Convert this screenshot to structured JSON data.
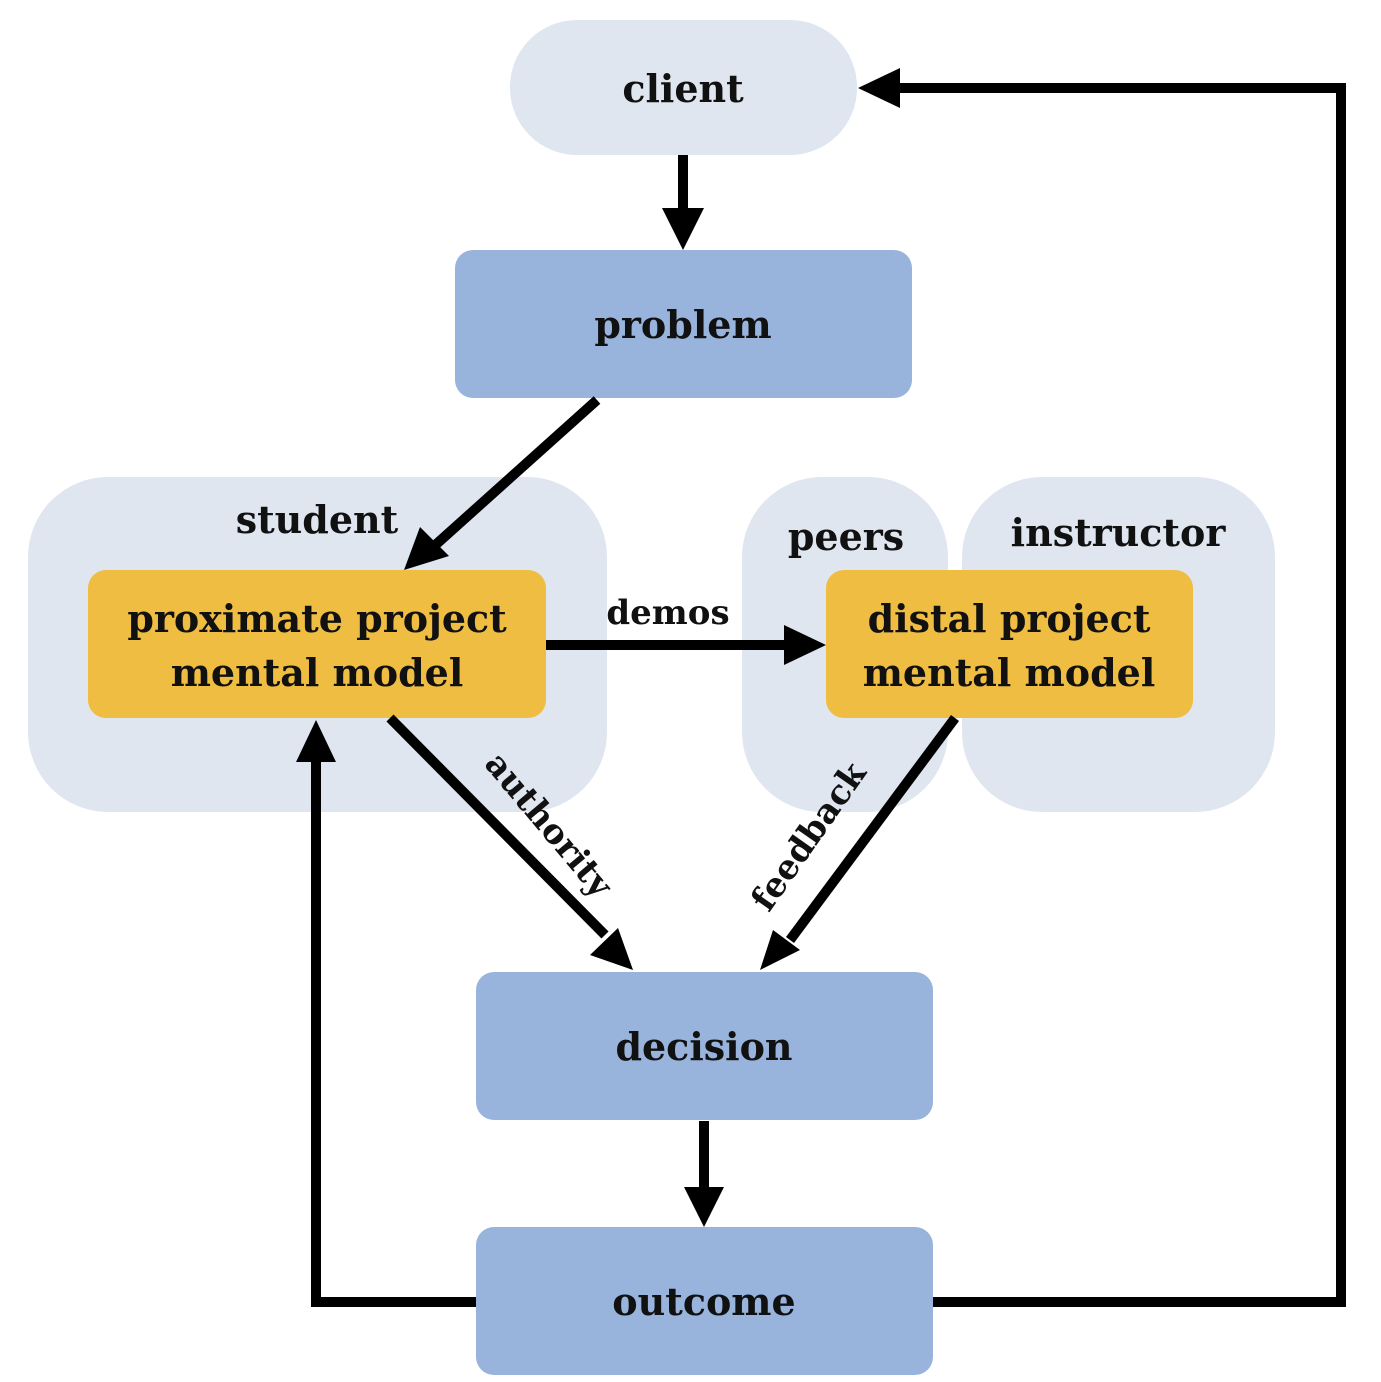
{
  "colors": {
    "group_bg": "#dfe6f0",
    "primary_node": "#98b4dc",
    "mental_model_node": "#efbd41",
    "arrow": "#000000",
    "text": "#111111"
  },
  "nodes": {
    "client": "client",
    "problem": "problem",
    "proximate_line1": "proximate project",
    "proximate_line2": "mental model",
    "distal_line1": "distal project",
    "distal_line2": "mental model",
    "decision": "decision",
    "outcome": "outcome"
  },
  "groups": {
    "student": "student",
    "peers": "peers",
    "instructor": "instructor"
  },
  "edges": {
    "client_to_problem": "",
    "problem_to_proximate": "",
    "proximate_to_distal": "demos",
    "proximate_to_decision": "authority",
    "distal_to_decision": "feedback",
    "decision_to_outcome": "",
    "outcome_to_proximate": "",
    "outcome_to_client": ""
  }
}
